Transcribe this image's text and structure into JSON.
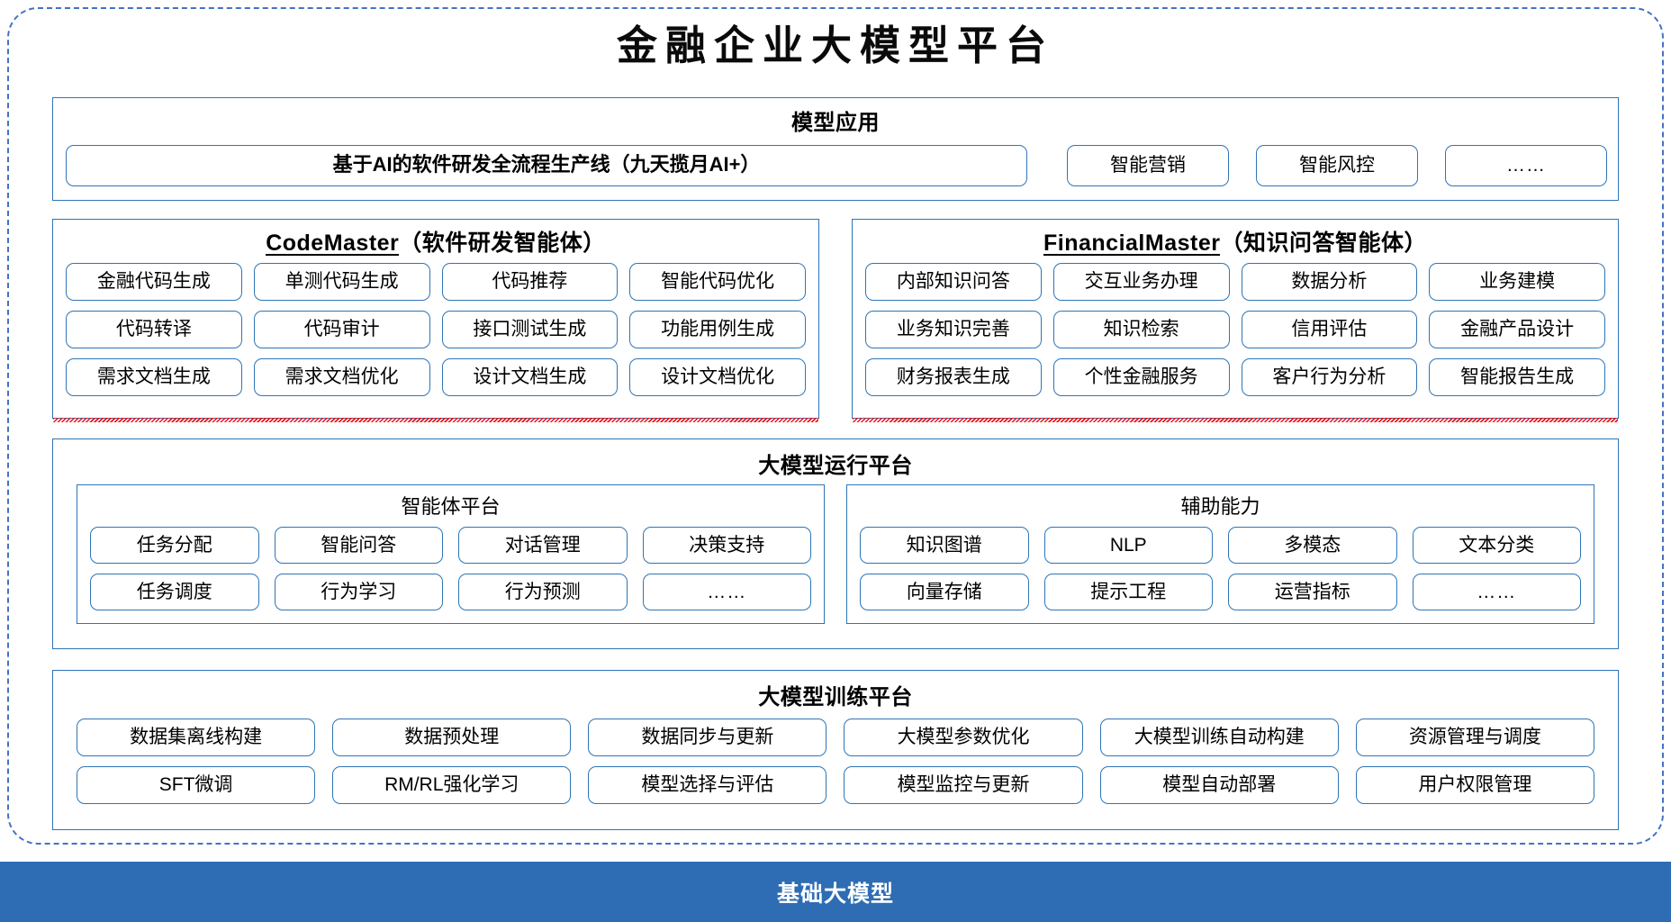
{
  "title": "金融企业大模型平台",
  "colors": {
    "border_blue": "#2e75b6",
    "frame_blue": "#4472c4",
    "base_bar_blue": "#2e6db4",
    "spellcheck_red": "#ff0000",
    "text_black": "#000000",
    "base_bar_text": "#ffffff"
  },
  "application_layer": {
    "title": "模型应用",
    "primary": "基于AI的软件研发全流程生产线（九天揽月AI+）",
    "items": [
      "智能营销",
      "智能风控",
      "……"
    ]
  },
  "agents": [
    {
      "id": "codemaster",
      "latin_name": "CodeMaster",
      "cn_suffix": "（软件研发智能体）",
      "spellcheck_underline": true,
      "items": [
        "金融代码生成",
        "单测代码生成",
        "代码推荐",
        "智能代码优化",
        "代码转译",
        "代码审计",
        "接口测试生成",
        "功能用例生成",
        "需求文档生成",
        "需求文档优化",
        "设计文档生成",
        "设计文档优化"
      ]
    },
    {
      "id": "financialmaster",
      "latin_name": "FinancialMaster",
      "cn_suffix": "（知识问答智能体）",
      "spellcheck_underline": true,
      "items": [
        "内部知识问答",
        "交互业务办理",
        "数据分析",
        "业务建模",
        "业务知识完善",
        "知识检索",
        "信用评估",
        "金融产品设计",
        "财务报表生成",
        "个性金融服务",
        "客户行为分析",
        "智能报告生成"
      ]
    }
  ],
  "runtime_layer": {
    "title": "大模型运行平台",
    "panels": [
      {
        "id": "agent-platform",
        "title": "智能体平台",
        "items": [
          "任务分配",
          "智能问答",
          "对话管理",
          "决策支持",
          "任务调度",
          "行为学习",
          "行为预测",
          "……"
        ]
      },
      {
        "id": "auxiliary-capability",
        "title": "辅助能力",
        "items": [
          "知识图谱",
          "NLP",
          "多模态",
          "文本分类",
          "向量存储",
          "提示工程",
          "运营指标",
          "……"
        ]
      }
    ]
  },
  "training_layer": {
    "title": "大模型训练平台",
    "items": [
      "数据集离线构建",
      "数据预处理",
      "数据同步与更新",
      "大模型参数优化",
      "大模型训练自动构建",
      "资源管理与调度",
      "SFT微调",
      "RM/RL强化学习",
      "模型选择与评估",
      "模型监控与更新",
      "模型自动部署",
      "用户权限管理"
    ]
  },
  "base_layer": {
    "title": "基础大模型"
  }
}
